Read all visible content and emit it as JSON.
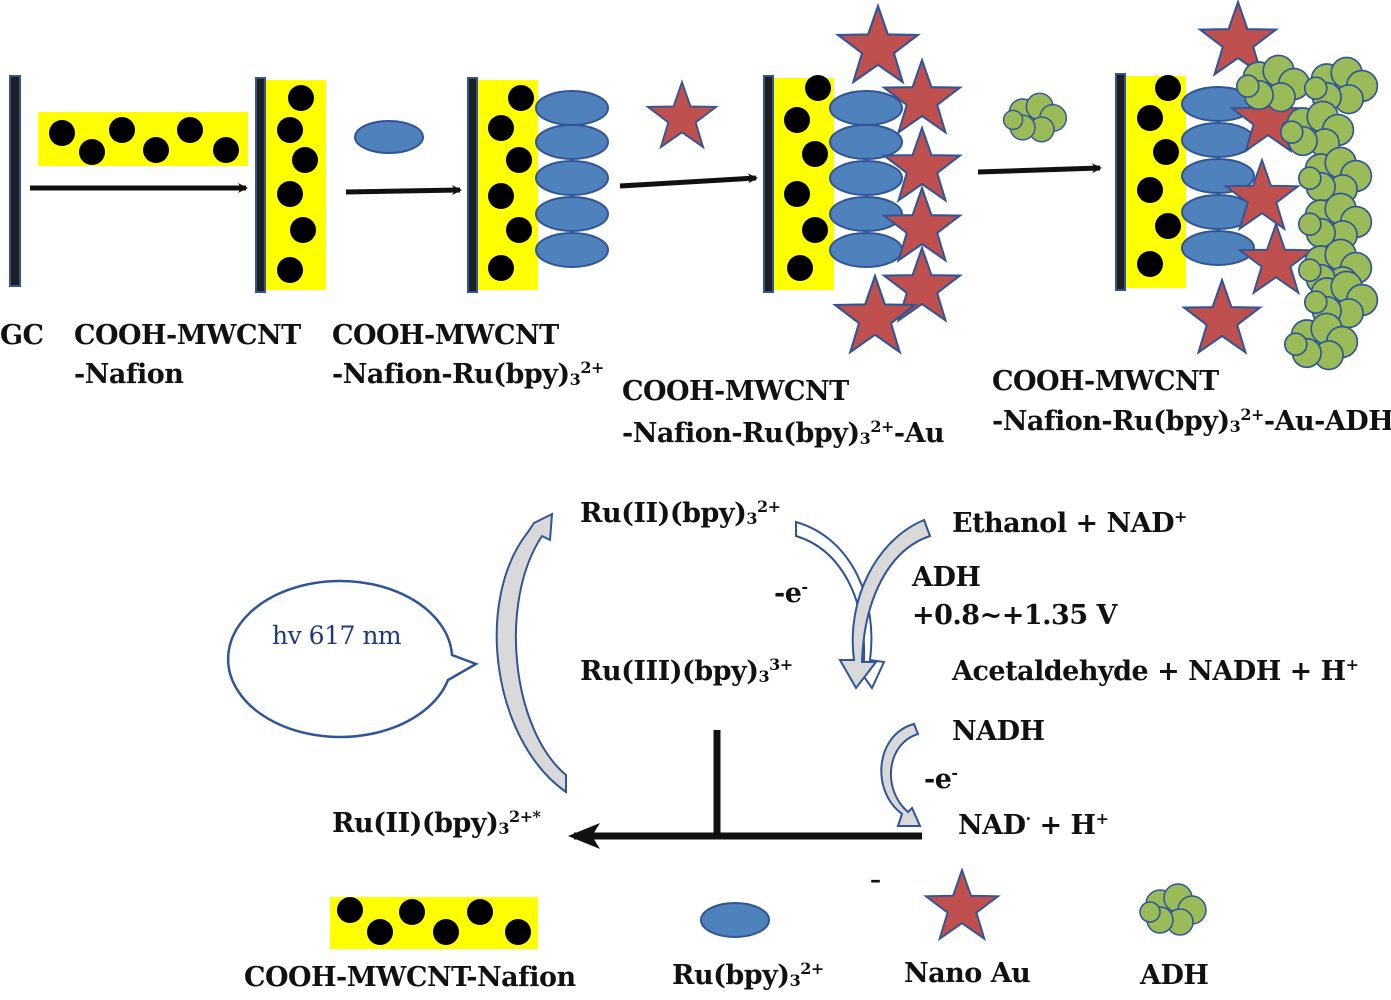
{
  "labels": {
    "gc": "GC",
    "s1_l1": "COOH-MWCNT",
    "s1_l2": "-Nafion",
    "s2_l1": "COOH-MWCNT",
    "s2_l2": "-Nafion-Ru(bpy)",
    "s2_sub": "3",
    "s2_sup": "2+",
    "s3_l1": "COOH-MWCNT",
    "s3_l2a": "-Nafion-Ru(bpy)",
    "s3_sub": "3",
    "s3_sup": "2+",
    "s3_l2b": "-Au",
    "s4_l1": "COOH-MWCNT",
    "s4_l2a": "-Nafion-Ru(bpy)",
    "s4_sub": "3",
    "s4_sup": "2+",
    "s4_l2b": "-Au-ADH"
  },
  "cycle": {
    "ru2_a": "Ru(II)(bpy)",
    "ru2_sub": "3",
    "ru2_sup": "2+",
    "ru3_a": "Ru(III)(bpy)",
    "ru3_sub": "3",
    "ru3_sup": "3+",
    "ru2s_a": "Ru(II)(bpy)",
    "ru2s_sub": "3",
    "ru2s_sup": "2+*",
    "minus_e1": "-e",
    "minus_e1_sup": "-",
    "ethanol": "Ethanol + NAD",
    "ethanol_sup": "+",
    "adh": "ADH",
    "voltage": "+0.8~+1.35 V",
    "acetaldehyde": "Acetaldehyde + NADH + H",
    "acetaldehyde_sup": "+",
    "nadh": "NADH",
    "minus_e2": "-e",
    "minus_e2_sup": "-",
    "nad": "NAD",
    "nad_sup": "·",
    "nad_tail": " + H",
    "nad_tail_sup": "+",
    "stray_dash": "–",
    "hv": "hv 617 nm"
  },
  "legend": {
    "cnt": "COOH-MWCNT-Nafion",
    "ru_a": "Ru(bpy)",
    "ru_sub": "3",
    "ru_sup": "2+",
    "au": "Nano Au",
    "adh": "ADH"
  },
  "colors": {
    "yellow": "#ffff00",
    "dot": "#000000",
    "ellipse": "#4f81bd",
    "ellipse_edge": "#2f5597",
    "star": "#c0504d",
    "star_edge": "#2f5597",
    "cloud": "#9bbb59",
    "cloud_edge": "#2f5597",
    "electrode": "#1f1f1f",
    "electrode_edge": "#2f5597"
  }
}
